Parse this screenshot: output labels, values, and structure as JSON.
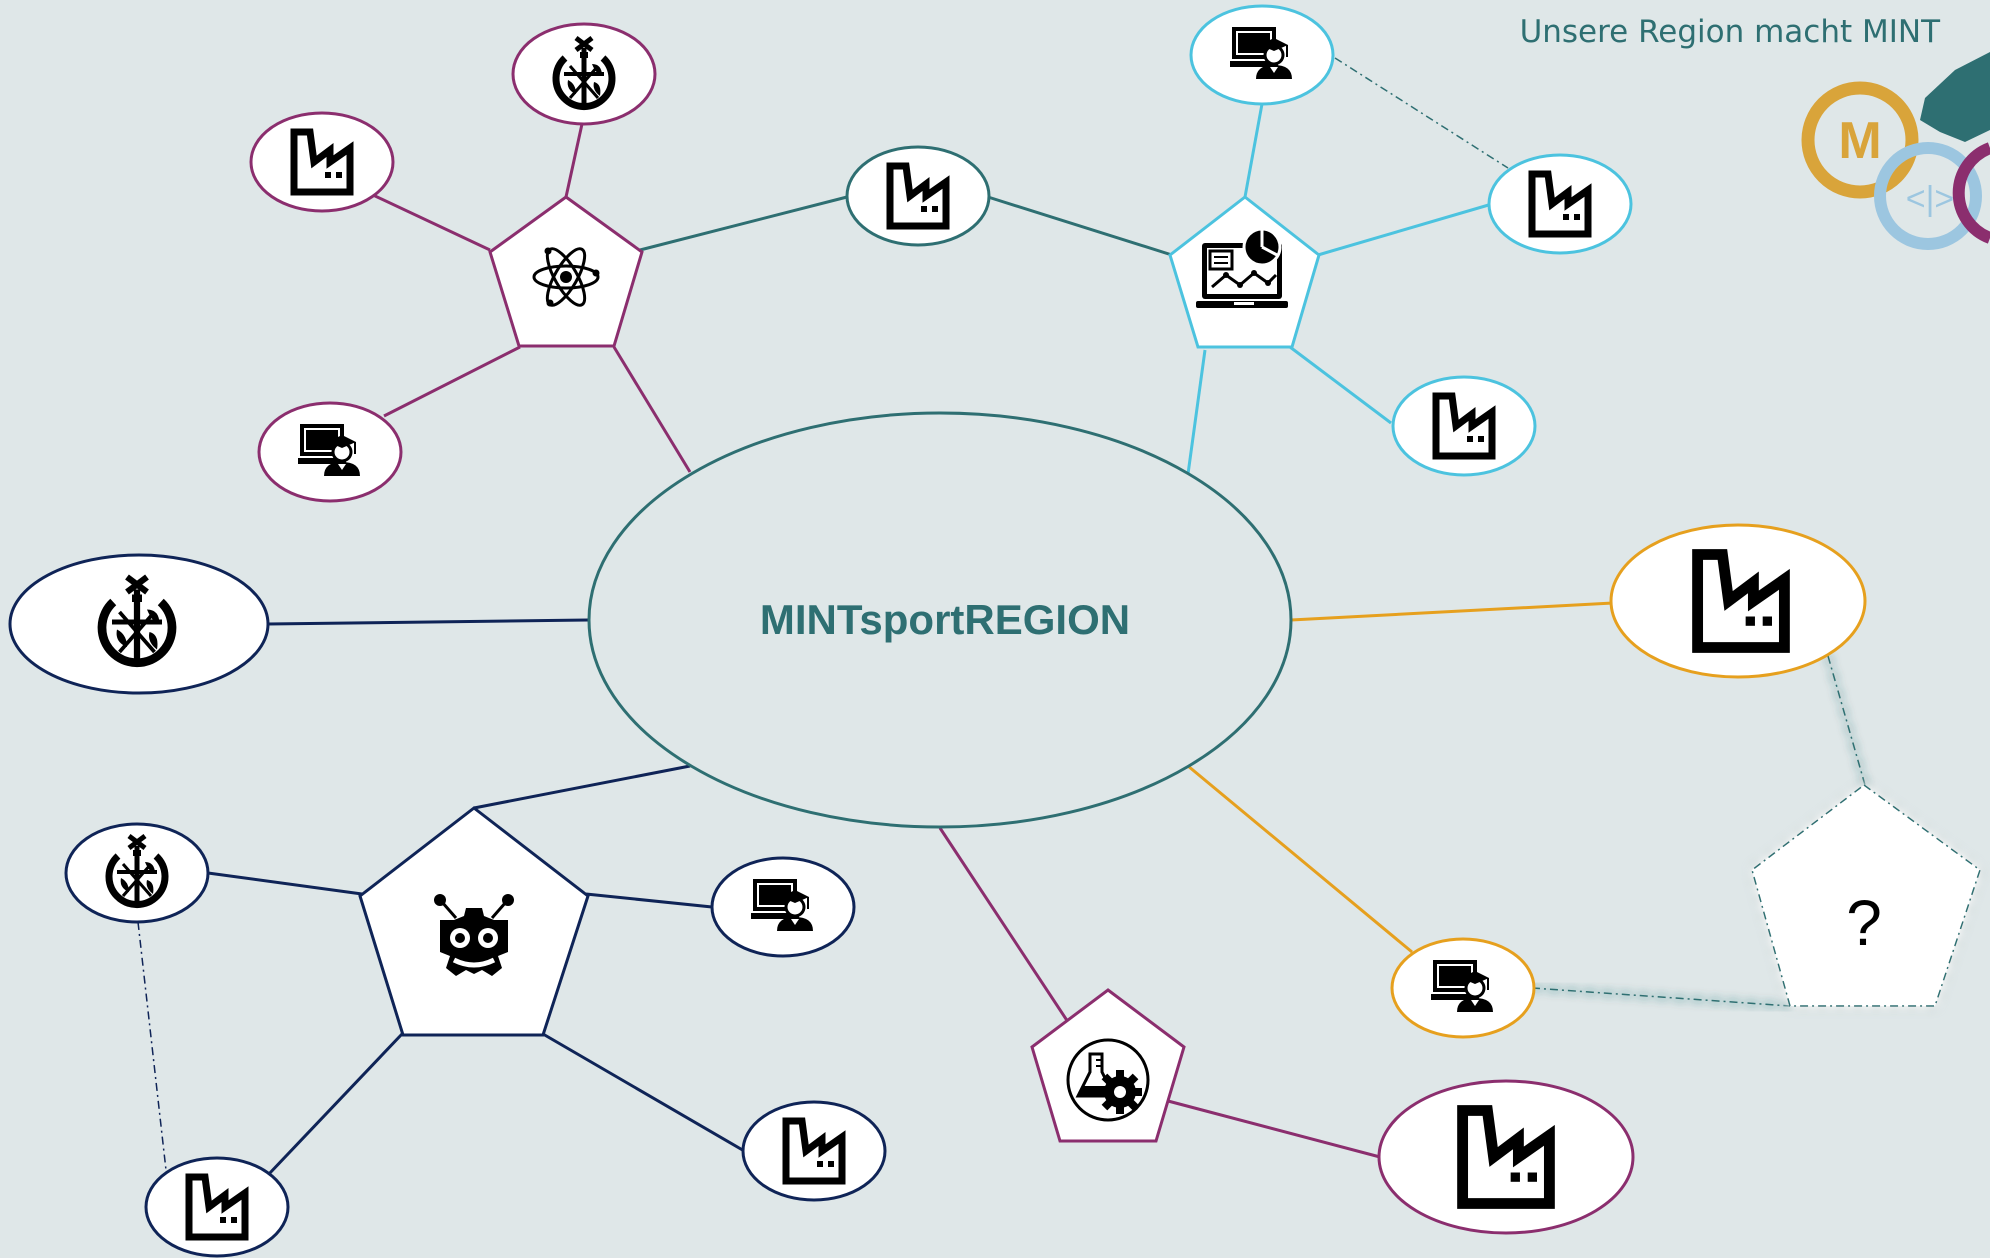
{
  "tagline": "Unsere Region macht MINT",
  "center_label": "MINTsportREGION",
  "question_mark": "?",
  "logo": {
    "letter_m": "M",
    "code_symbol": "<|>"
  },
  "colors": {
    "background": "#dfe7e8",
    "teal": "#2e6f72",
    "purple": "#8b2e6e",
    "cyan": "#4cc3df",
    "navy": "#0f2457",
    "orange": "#e6a01e",
    "glow": "#9cc6ea"
  },
  "icons": [
    "factory-icon",
    "student-computer-icon",
    "crest-icon",
    "atom-icon",
    "data-analytics-icon",
    "robot-icon",
    "lab-gear-icon"
  ]
}
